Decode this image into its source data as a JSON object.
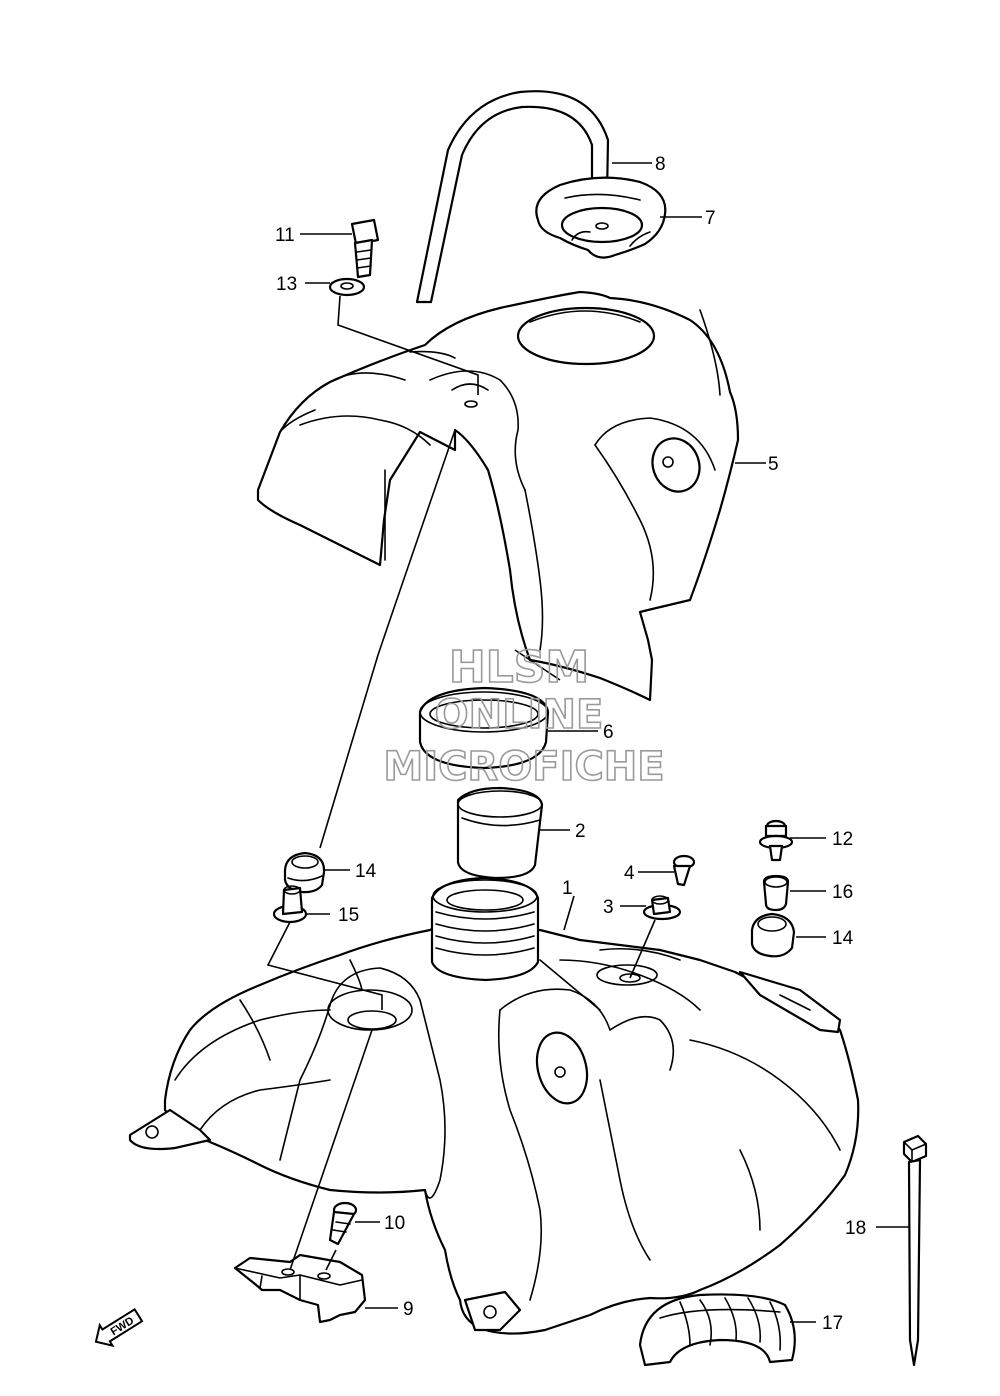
{
  "watermark": {
    "line1": "HLSM",
    "line2": "ONLINE",
    "line3": "MICROFICHE"
  },
  "direction_arrow": {
    "label": "FWD"
  },
  "callouts": [
    "1",
    "2",
    "3",
    "4",
    "5",
    "6",
    "7",
    "8",
    "9",
    "10",
    "11",
    "12",
    "13",
    "14",
    "14",
    "15",
    "16",
    "17",
    "18"
  ],
  "icons": {
    "fwd": "fwd-arrow-icon"
  }
}
